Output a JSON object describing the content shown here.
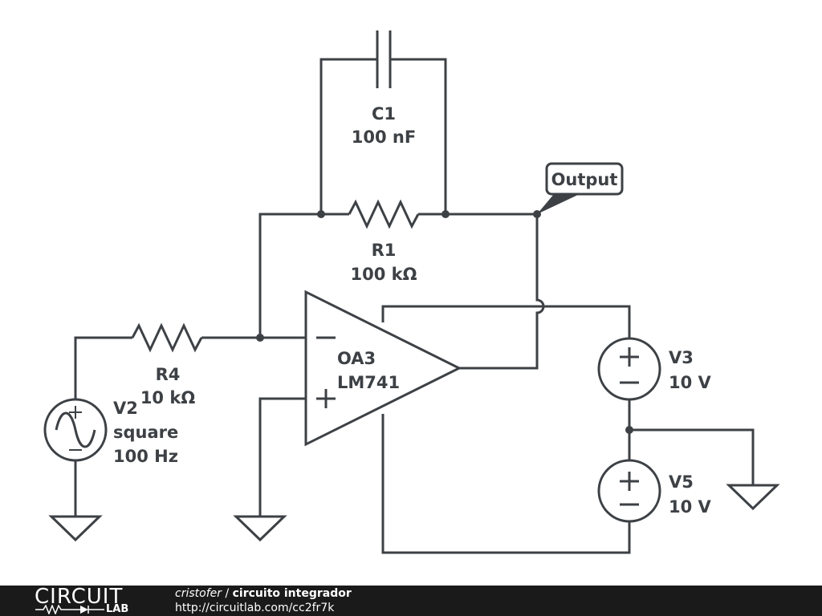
{
  "components": {
    "c1": {
      "ref": "C1",
      "value": "100 nF"
    },
    "r1": {
      "ref": "R1",
      "value": "100 kΩ"
    },
    "r4": {
      "ref": "R4",
      "value": "10 kΩ"
    },
    "v2": {
      "ref": "V2",
      "type": "square",
      "freq": "100 Hz"
    },
    "oa3": {
      "ref": "OA3",
      "part": "LM741"
    },
    "v3": {
      "ref": "V3",
      "value": "10 V"
    },
    "v5": {
      "ref": "V5",
      "value": "10 V"
    }
  },
  "output_tag": "Output",
  "opamp_signs": {
    "minus": "−",
    "plus": "+"
  },
  "footer": {
    "logo_top": "CIRCUIT",
    "logo_bottom": "LAB",
    "author": "cristofer",
    "separator": " / ",
    "title": "circuito integrador",
    "url": "http://circuitlab.com/cc2fr7k"
  },
  "colors": {
    "ink": "#3d4145",
    "footer_bg": "#1a1a1a",
    "footer_text": "#ffffff"
  }
}
